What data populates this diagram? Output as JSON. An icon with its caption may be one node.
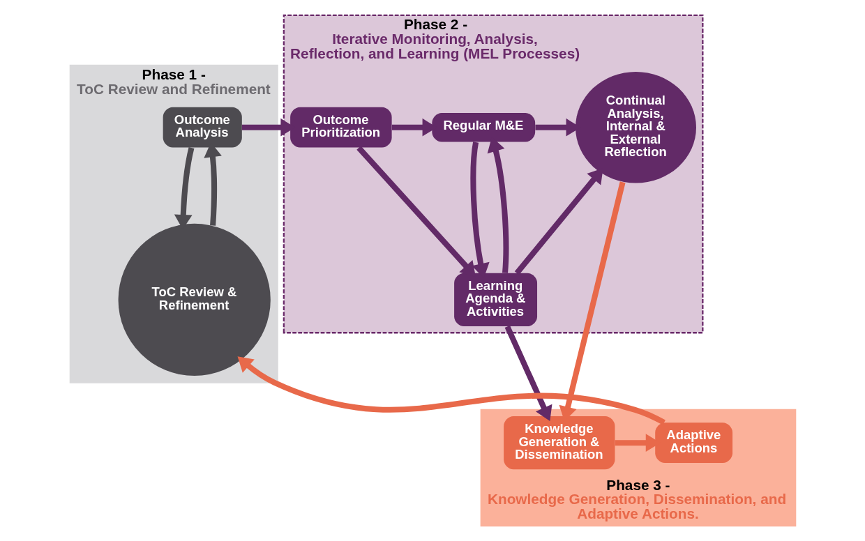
{
  "diagram": {
    "nodes": [
      {
        "text": [
          "Phase 1 -",
          "ToC Review and Refinement"
        ]
      },
      {
        "text": [
          "Outcome Analysis"
        ],
        "in": 0
      },
      {
        "text": [
          "ToC Review & Refinement"
        ],
        "in": 0
      },
      {
        "text": [
          "Phase 2 -",
          "Iterative Monitoring, Analysis, Reflection, and Learning (MEL Processes)"
        ]
      },
      {
        "text": [
          "Outcome Prioritization"
        ],
        "in": 3
      },
      {
        "text": [
          "Regular M&E"
        ],
        "in": 3
      },
      {
        "text": [
          "Continual Analysis, Internal & External Reflection"
        ],
        "in": 3
      },
      {
        "text": [
          "Learning Agenda & Activities"
        ],
        "in": 3
      },
      {
        "text": [
          "Phase 3 -",
          "Knowledge Generation, Dissemination, and Adaptive Actions."
        ]
      },
      {
        "text": [
          "Knowledge Generation & Dissemination"
        ],
        "in": 8
      },
      {
        "text": [
          "Adaptive Actions"
        ],
        "in": 8
      }
    ],
    "edges": [
      {
        "from": 2,
        "to": 1,
        "arrow": "to",
        "color": "#4d4b50"
      },
      {
        "from": 1,
        "to": 2,
        "arrow": "to",
        "color": "#4d4b50"
      },
      {
        "from": 1,
        "to": 4,
        "arrow": "to"
      },
      {
        "from": 4,
        "to": 5,
        "arrow": "to"
      },
      {
        "from": 4,
        "to": 7,
        "arrow": "to"
      },
      {
        "from": 5,
        "to": 6,
        "arrow": "to"
      },
      {
        "from": 5,
        "to": 7,
        "arrow": "to"
      },
      {
        "from": 7,
        "to": 5,
        "arrow": "to"
      },
      {
        "from": 7,
        "to": 6,
        "arrow": "to"
      },
      {
        "from": 7,
        "to": 9,
        "arrow": "to"
      },
      {
        "from": 6,
        "to": 9,
        "arrow": "to",
        "color": "#e8694a"
      },
      {
        "from": 9,
        "to": 10,
        "arrow": "to",
        "color": "#e8694a"
      },
      {
        "from": 10,
        "to": 2,
        "arrow": "to",
        "color": "#e8694a"
      }
    ]
  }
}
